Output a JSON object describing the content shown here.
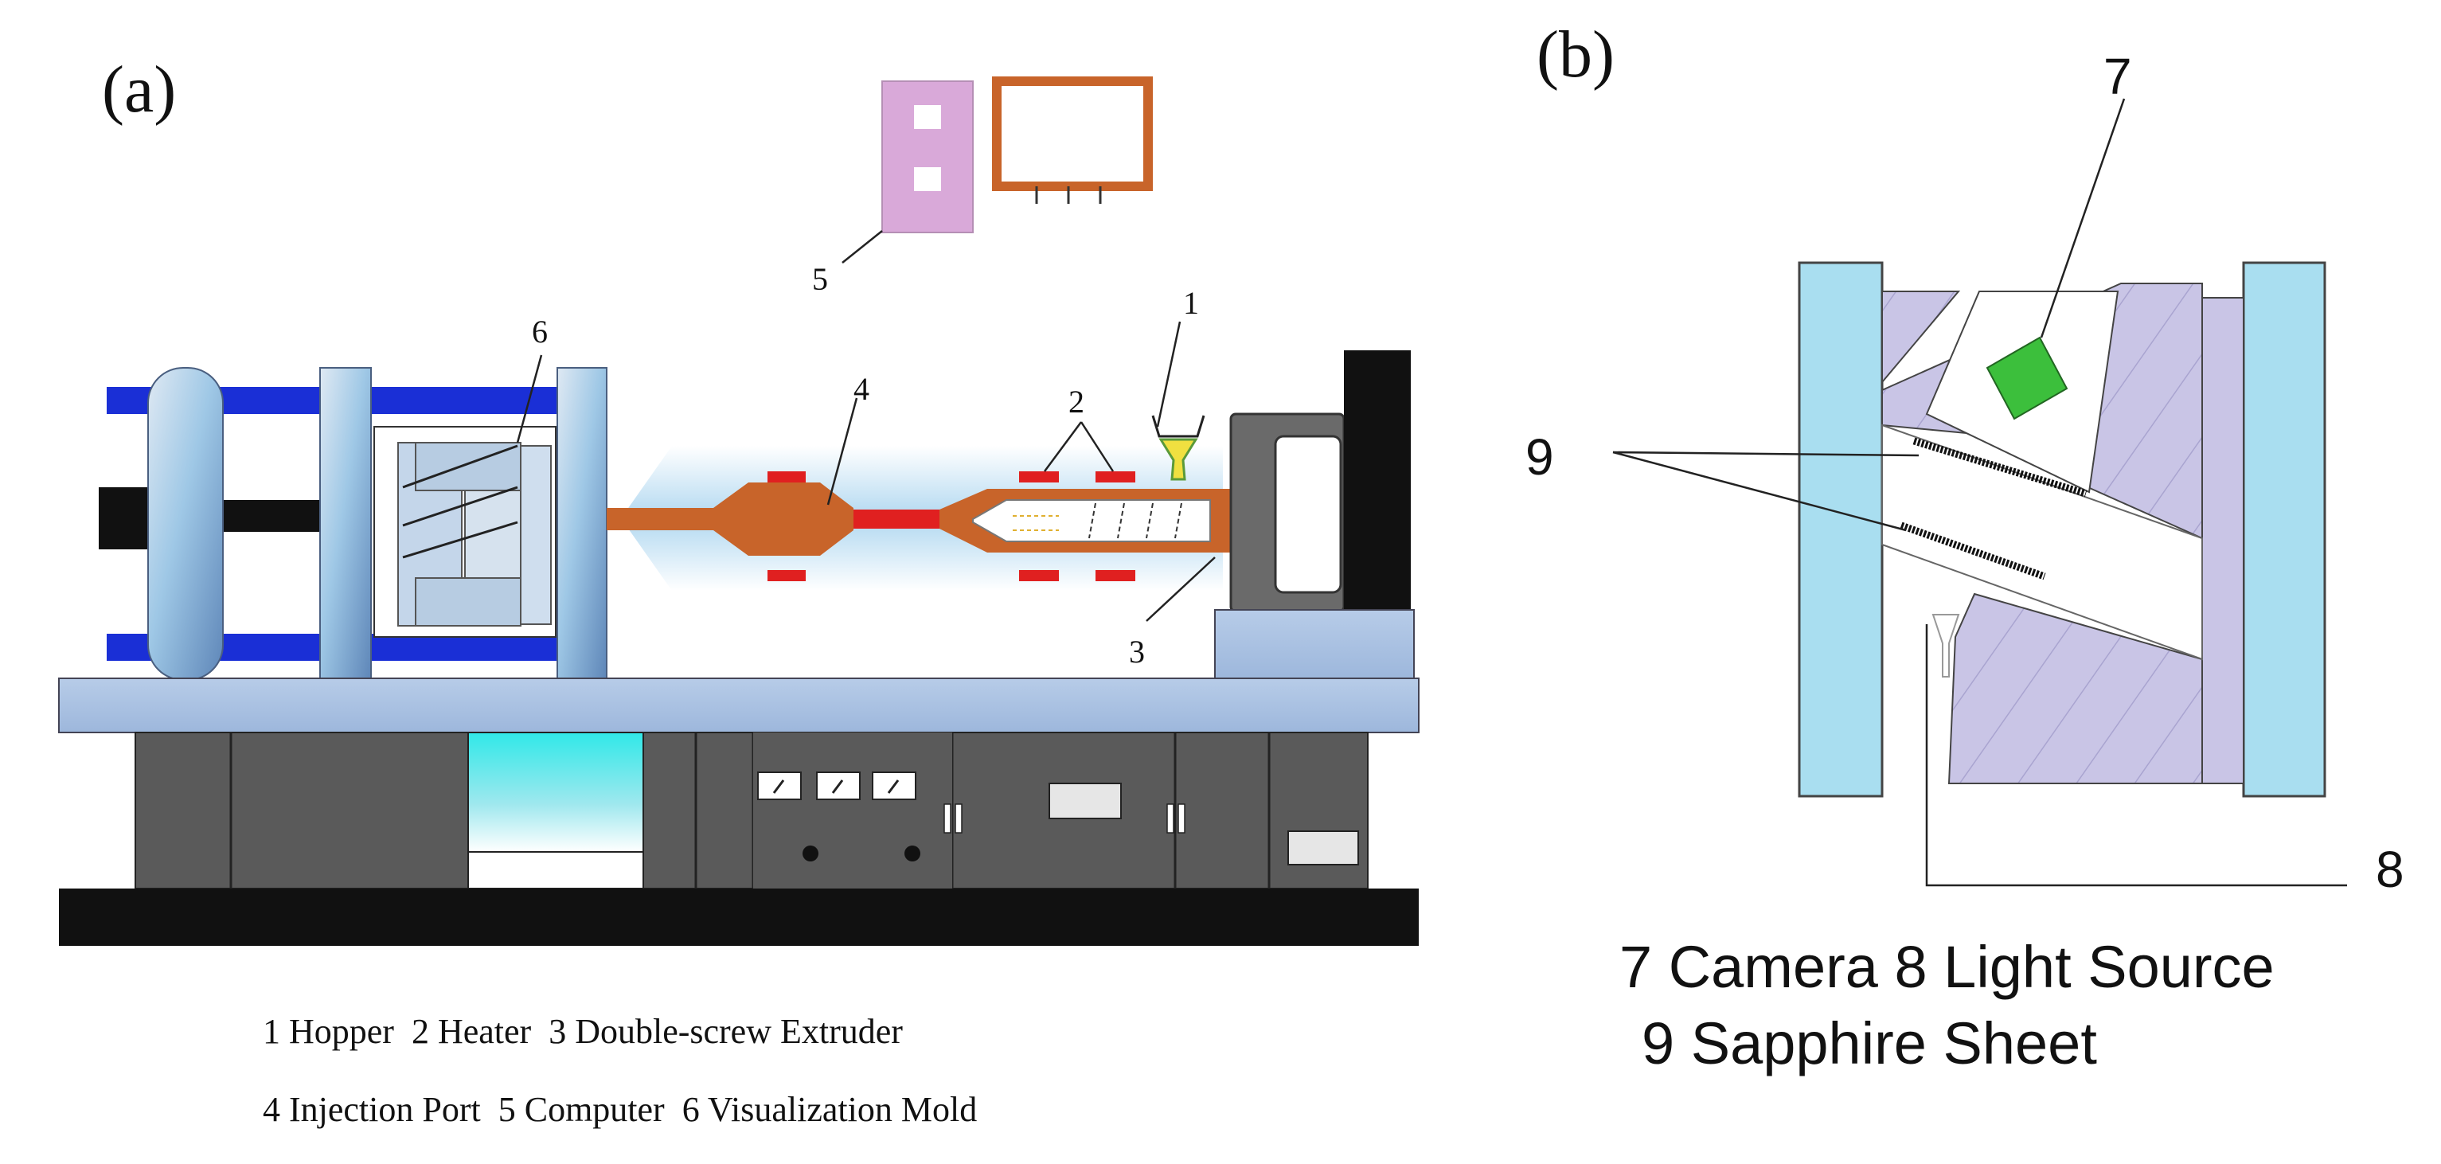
{
  "panel_a": {
    "label": "(a)",
    "callouts": {
      "c1": "1",
      "c2": "2",
      "c3": "3",
      "c4": "4",
      "c5": "5",
      "c6": "6"
    },
    "caption_line1": "1 Hopper  2 Heater  3 Double-screw Extruder",
    "caption_line2": "4 Injection Port  5 Computer  6 Visualization Mold"
  },
  "panel_b": {
    "label": "(b)",
    "callouts": {
      "c7": "7",
      "c8": "8",
      "c9": "9"
    },
    "caption_line1": "7 Camera 8 Light Source",
    "caption_line2": "9 Sapphire Sheet"
  },
  "colors": {
    "rail_blue": "#1a2fd6",
    "platen_blue": "#9fc8e6",
    "barrel_orange": "#c8642a",
    "heater_red": "#e02020",
    "computer_pink": "#d9a9d9",
    "cabinet_gray": "#5a5a5a",
    "mold_lavender": "#c9c5e6",
    "camera_green": "#3cbf3c",
    "hopper_yellow": "#f0e040",
    "screen_cyan": "#30e8e8"
  },
  "icons": [
    "hopper-icon",
    "heater-icon",
    "screw-extruder-icon",
    "injection-port-icon",
    "computer-icon",
    "visualization-mold-icon",
    "camera-icon",
    "light-source-icon",
    "sapphire-sheet-icon"
  ]
}
